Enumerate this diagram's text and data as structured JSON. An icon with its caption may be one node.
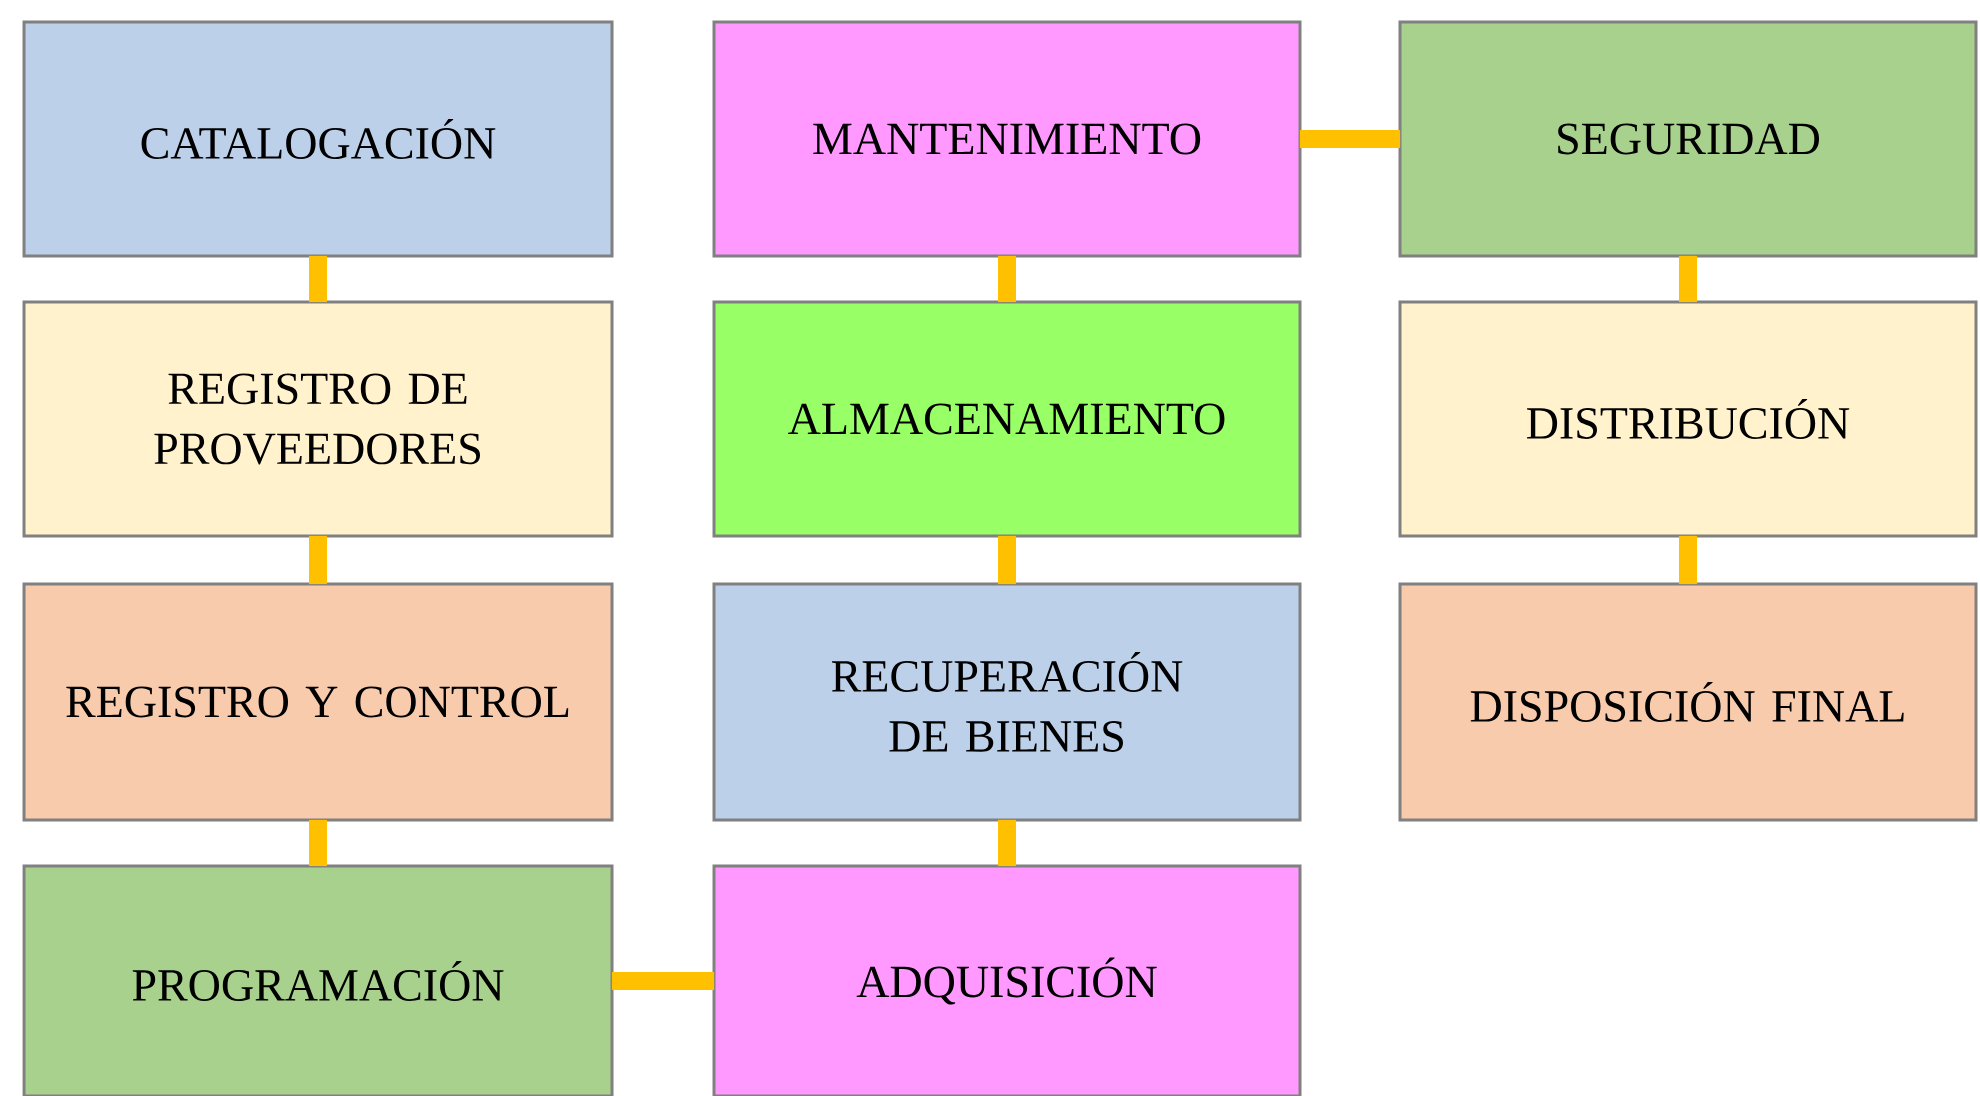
{
  "diagram": {
    "nodes": [
      {
        "text": [
          "CATALOGACIÓN"
        ]
      },
      {
        "text": [
          "MANTENIMIENTO"
        ]
      },
      {
        "text": [
          "SEGURIDAD"
        ]
      },
      {
        "text": [
          "REGISTRO DE PROVEEDORES"
        ]
      },
      {
        "text": [
          "ALMACENAMIENTO"
        ]
      },
      {
        "text": [
          "DISTRIBUCIÓN"
        ]
      },
      {
        "text": [
          "REGISTRO Y CONTROL"
        ]
      },
      {
        "text": [
          "RECUPERACIÓN DE BIENES"
        ]
      },
      {
        "text": [
          "DISPOSICIÓN FINAL"
        ]
      },
      {
        "text": [
          "PROGRAMACIÓN"
        ]
      },
      {
        "text": [
          "ADQUISICIÓN"
        ]
      }
    ],
    "edges": [
      {
        "from": 0,
        "to": 3,
        "arrow": "none"
      },
      {
        "from": 3,
        "to": 6,
        "arrow": "none"
      },
      {
        "from": 6,
        "to": 9,
        "arrow": "none"
      },
      {
        "from": 9,
        "to": 10,
        "arrow": "none"
      },
      {
        "from": 10,
        "to": 7,
        "arrow": "none"
      },
      {
        "from": 7,
        "to": 4,
        "arrow": "none"
      },
      {
        "from": 4,
        "to": 1,
        "arrow": "none"
      },
      {
        "from": 1,
        "to": 2,
        "arrow": "none"
      },
      {
        "from": 2,
        "to": 5,
        "arrow": "none"
      },
      {
        "from": 5,
        "to": 8,
        "arrow": "none"
      }
    ]
  }
}
